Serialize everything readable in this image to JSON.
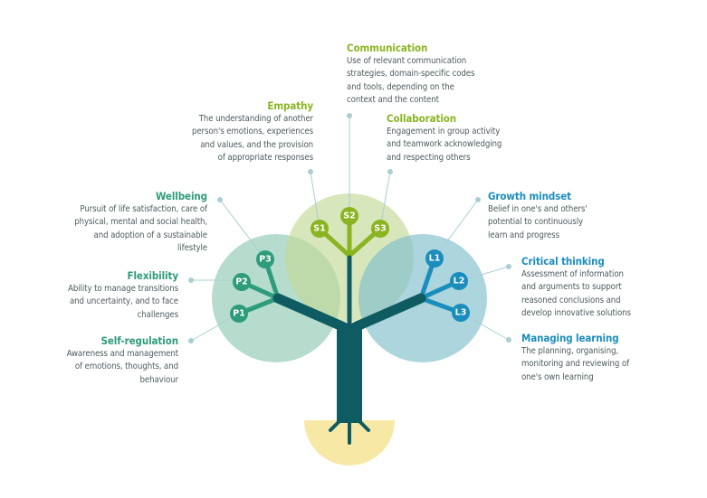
{
  "colors": {
    "personal": "#2e9b7b",
    "social": "#8ab521",
    "learning": "#1a8dbd",
    "trunk": "#0e5c62",
    "pot": "#f7e8a6"
  },
  "competences": {
    "communication": {
      "title": "Communication",
      "desc": "Use of relevant communication\nstrategies, domain-specific codes\nand tools, depending on the\ncontext and the content"
    },
    "empathy": {
      "title": "Empathy",
      "desc": "The understanding of another\nperson's emotions, experiences\nand values, and the provision\nof appropriate responses"
    },
    "collaboration": {
      "title": "Collaboration",
      "desc": "Engagement in group activity\nand teamwork acknowledging\nand respecting others"
    },
    "wellbeing": {
      "title": "Wellbeing",
      "desc": "Pursuit of life satisfaction, care of\nphysical, mental and social health,\nand adoption of a sustainable\nlifestyle"
    },
    "flexibility": {
      "title": "Flexibility",
      "desc": "Ability to manage transitions\nand uncertainty, and to face\nchallenges"
    },
    "self_regulation": {
      "title": "Self-regulation",
      "desc": "Awareness and management\nof emotions, thoughts, and\nbehaviour"
    },
    "growth_mindset": {
      "title": "Growth mindset",
      "desc": "Belief in one's and others'\npotential to continuously\nlearn and progress"
    },
    "critical_thinking": {
      "title": "Critical thinking",
      "desc": "Assessment of information\nand arguments to support\nreasoned conclusions and\ndevelop innovative solutions"
    },
    "managing_learning": {
      "title": "Managing learning",
      "desc": "The planning, organising,\nmonitoring and reviewing of\none's own learning"
    }
  },
  "nodes": {
    "P1": "P1",
    "P2": "P2",
    "P3": "P3",
    "S1": "S1",
    "S2": "S2",
    "S3": "S3",
    "L1": "L1",
    "L2": "L2",
    "L3": "L3"
  }
}
